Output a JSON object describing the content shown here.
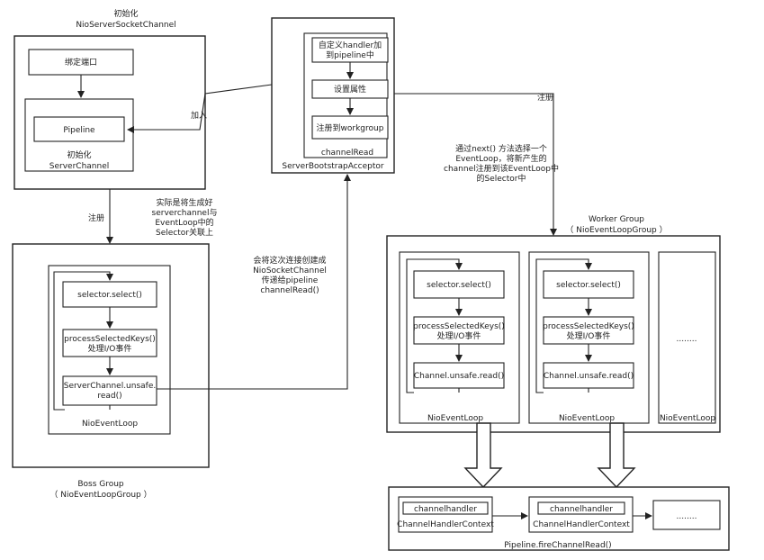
{
  "init_nio": {
    "caption_line1": "初始化",
    "caption_line2": "NioServerSocketChannel",
    "bind_port": "绑定端口",
    "pipeline": "Pipeline",
    "server_channel_line1": "初始化",
    "server_channel_line2": "ServerChannel"
  },
  "acceptor": {
    "step_handler_line1": "自定义handler加",
    "step_handler_line2": "到pipeline中",
    "step_set_attr": "设置属性",
    "step_register": "注册到workgroup",
    "channel_read": "channelRead",
    "name": "ServerBootstrapAcceptor"
  },
  "edges": {
    "add": "加入",
    "register_right": "注册",
    "register_down": "注册"
  },
  "notes": {
    "serverchannel": [
      "实际是将生成好",
      "serverchannel与",
      "EventLoop中的",
      "Selector关联上"
    ],
    "niosocket": [
      "会将这次连接创建成",
      "NioSocketChannel",
      "传递给pipeline",
      "channelRead()"
    ],
    "next": [
      "通过next() 方法选择一个",
      "EventLoop，将新产生的",
      "channel注册到该EventLoop中",
      "的Selector中"
    ]
  },
  "boss": {
    "select": "selector.select()",
    "process_line1": "processSelectedKeys()",
    "process_line2": "处理I/O事件",
    "unsafe_line1": "ServerChannel.unsafe.",
    "unsafe_line2": "read()",
    "loop": "NioEventLoop",
    "group_line1": "Boss Group",
    "group_line2": "（ NioEventLoopGroup ）"
  },
  "worker": {
    "group_line1": "Worker Group",
    "group_line2": "（ NioEventLoopGroup ）",
    "loops": [
      {
        "select": "selector.select()",
        "process_line1": "processSelectedKeys()",
        "process_line2": "处理I/O事件",
        "read": "Channel.unsafe.read()",
        "label": "NioEventLoop"
      },
      {
        "select": "selector.select()",
        "process_line1": "processSelectedKeys()",
        "process_line2": "处理I/O事件",
        "read": "Channel.unsafe.read()",
        "label": "NioEventLoop"
      }
    ],
    "ellipsis": "........",
    "third_label": "NioEventLoop"
  },
  "pipeline": {
    "contexts": [
      {
        "handler": "channelhandler",
        "label": "ChannelHandlerContext"
      },
      {
        "handler": "channelhandler",
        "label": "ChannelHandlerContext"
      }
    ],
    "ellipsis": "........",
    "caption": "Pipeline.fireChannelRead()"
  }
}
